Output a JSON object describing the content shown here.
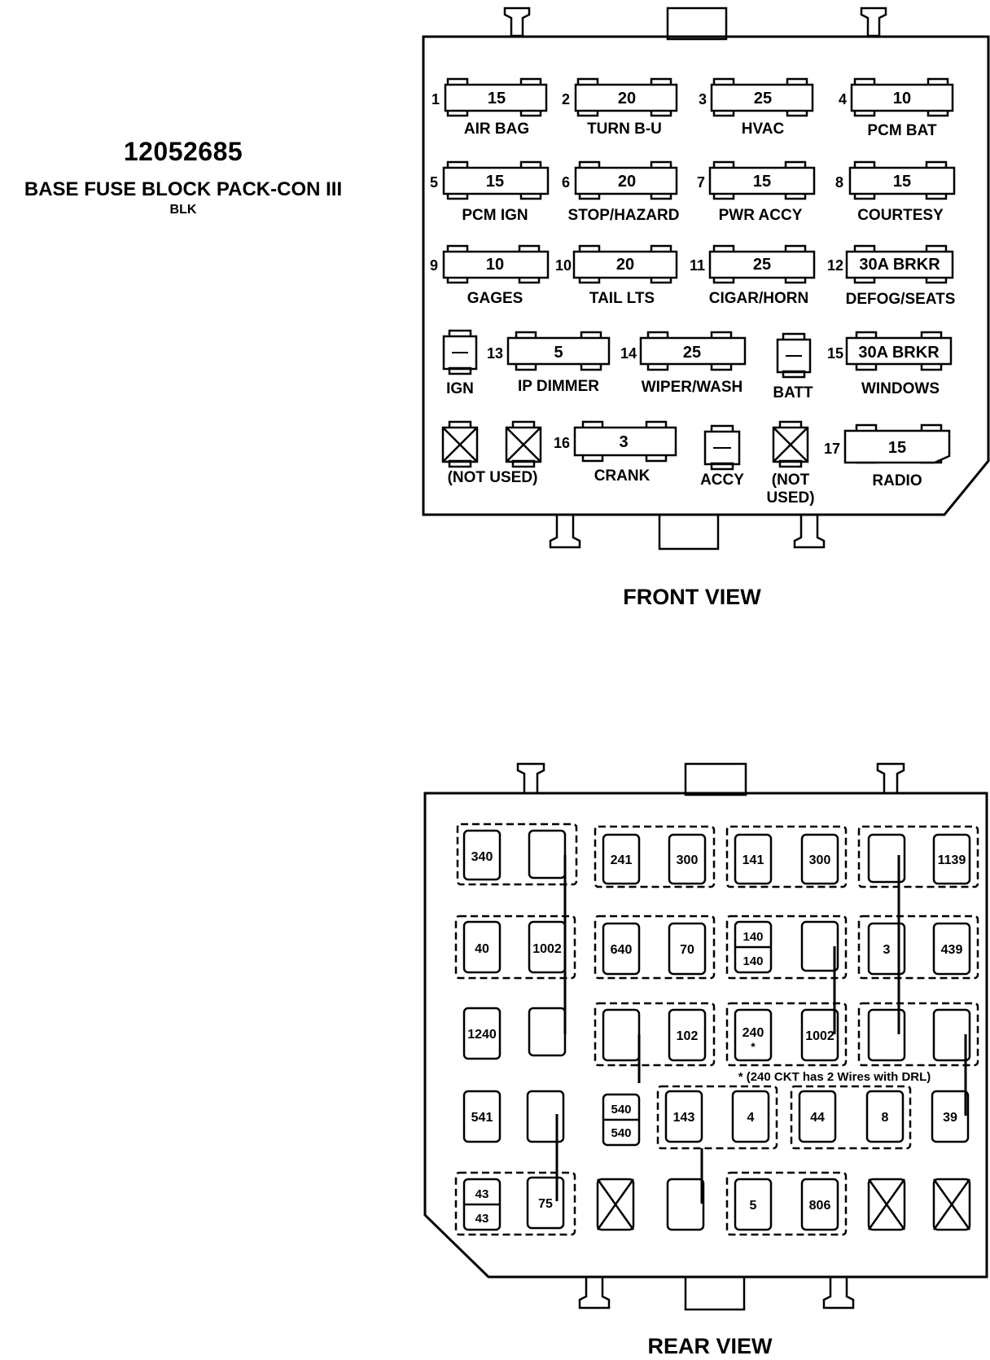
{
  "header": {
    "part_number": "12052685",
    "block_name": "BASE FUSE BLOCK PACK-CON III",
    "block_color": "BLK"
  },
  "front": {
    "view_label": "FRONT VIEW",
    "fuses": [
      {
        "num": "1",
        "rating": "15",
        "label": "AIR BAG"
      },
      {
        "num": "2",
        "rating": "20",
        "label": "TURN B-U"
      },
      {
        "num": "3",
        "rating": "25",
        "label": "HVAC"
      },
      {
        "num": "4",
        "rating": "10",
        "label": "PCM BAT"
      },
      {
        "num": "5",
        "rating": "15",
        "label": "PCM IGN"
      },
      {
        "num": "6",
        "rating": "20",
        "label": "STOP/HAZARD"
      },
      {
        "num": "7",
        "rating": "15",
        "label": "PWR ACCY"
      },
      {
        "num": "8",
        "rating": "15",
        "label": "COURTESY"
      },
      {
        "num": "9",
        "rating": "10",
        "label": "GAGES"
      },
      {
        "num": "10",
        "rating": "20",
        "label": "TAIL LTS"
      },
      {
        "num": "11",
        "rating": "25",
        "label": "CIGAR/HORN"
      },
      {
        "num": "12",
        "rating": "30A BRKR",
        "label": "DEFOG/SEATS"
      },
      {
        "num": "13",
        "rating": "5",
        "label": "IP DIMMER"
      },
      {
        "num": "14",
        "rating": "25",
        "label": "WIPER/WASH"
      },
      {
        "num": "15",
        "rating": "30A BRKR",
        "label": "WINDOWS"
      },
      {
        "num": "16",
        "rating": "3",
        "label": "CRANK"
      },
      {
        "num": "17",
        "rating": "15",
        "label": "RADIO"
      }
    ],
    "relays": [
      {
        "label": "IGN"
      },
      {
        "label": "BATT"
      },
      {
        "label": "ACCY"
      }
    ],
    "unused_labels": [
      "(NOT USED)",
      "(NOT",
      "USED)"
    ]
  },
  "rear": {
    "view_label": "REAR VIEW",
    "note": "* (240 CKT has 2 Wires with DRL)",
    "circuits": [
      "340",
      "241",
      "300",
      "141",
      "300",
      "1139",
      "40",
      "1002",
      "640",
      "70",
      "140",
      "140",
      "3",
      "439",
      "1240",
      "102",
      "240",
      "1002",
      "541",
      "540",
      "540",
      "143",
      "4",
      "44",
      "8",
      "39",
      "43",
      "43",
      "75",
      "5",
      "806"
    ],
    "asterisk": "*"
  }
}
